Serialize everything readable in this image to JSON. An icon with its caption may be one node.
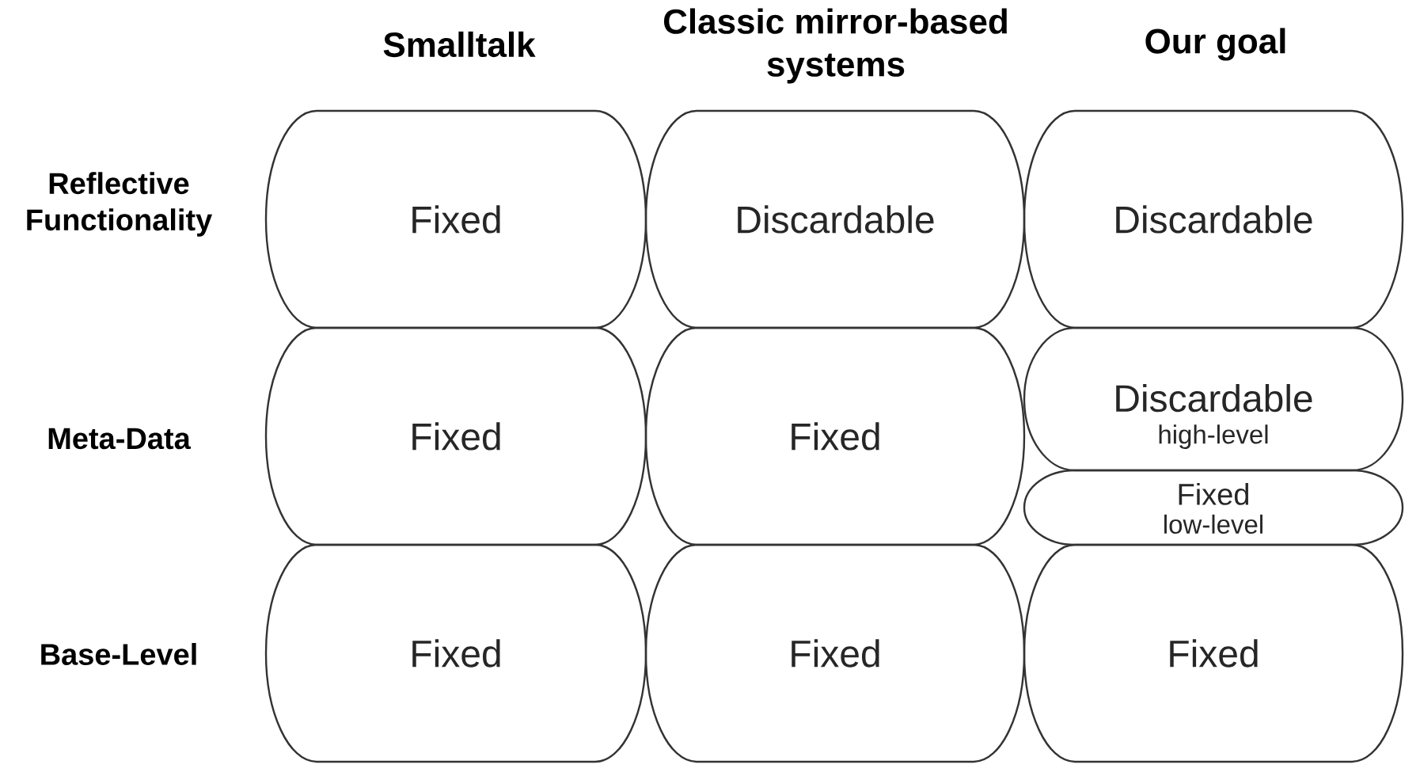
{
  "diagram": {
    "nodes": [
      {
        "text": [
          "Fixed"
        ]
      },
      {
        "text": [
          "Discardable"
        ]
      },
      {
        "text": [
          "Discardable"
        ]
      },
      {
        "text": [
          "Fixed"
        ]
      },
      {
        "text": [
          "Fixed"
        ]
      },
      {
        "text": [
          "Discardable",
          "high-level"
        ]
      },
      {
        "text": [
          "Fixed",
          "low-level"
        ]
      },
      {
        "text": [
          "Fixed"
        ]
      },
      {
        "text": [
          "Fixed"
        ]
      },
      {
        "text": [
          "Fixed"
        ]
      }
    ],
    "labels": [
      "Smalltalk",
      "Classic mirror-based systems",
      "Our goal",
      "Reflective Functionality",
      "Meta-Data",
      "Base-Level"
    ]
  }
}
